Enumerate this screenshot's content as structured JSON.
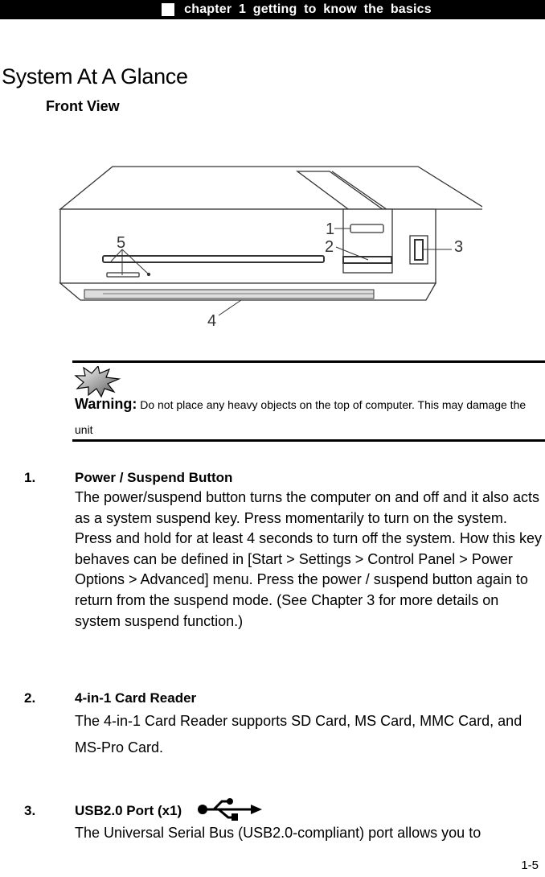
{
  "header": {
    "title": "chapter 1 getting to know the basics",
    "marker_icon": "white-square-icon",
    "background_color": "#000000",
    "text_color": "#ffffff"
  },
  "page": {
    "title": "System At A Glance",
    "section": "Front View",
    "page_number": "1-5"
  },
  "figure": {
    "description": "Front view of computer",
    "callouts": [
      "1",
      "2",
      "3",
      "4",
      "5"
    ]
  },
  "warning": {
    "icon": "explosion-warning-icon",
    "label": "Warning:",
    "text": " Do not place any heavy objects on the top of computer. This may damage the unit"
  },
  "items": [
    {
      "number": "1.",
      "title": "Power / Suspend Button",
      "body": "The power/suspend button turns the computer on and off and it also acts as a system suspend key. Press momentarily to turn on the system. Press and hold for at least 4 seconds to turn off the system. How this key behaves can be defined in [Start > Settings > Control Panel > Power Options > Advanced] menu. Press the power / suspend button again to return from the suspend mode. (See Chapter 3 for more details on system suspend function.)"
    },
    {
      "number": "2.",
      "title": "4-in-1 Card Reader",
      "body": "The 4-in-1 Card Reader supports SD Card, MS Card, MMC Card, and MS-Pro Card."
    },
    {
      "number": "3.",
      "title": "USB2.0 Port (x1)",
      "icon": "usb-icon",
      "body": "The Universal Serial Bus (USB2.0-compliant) port allows you to"
    }
  ]
}
